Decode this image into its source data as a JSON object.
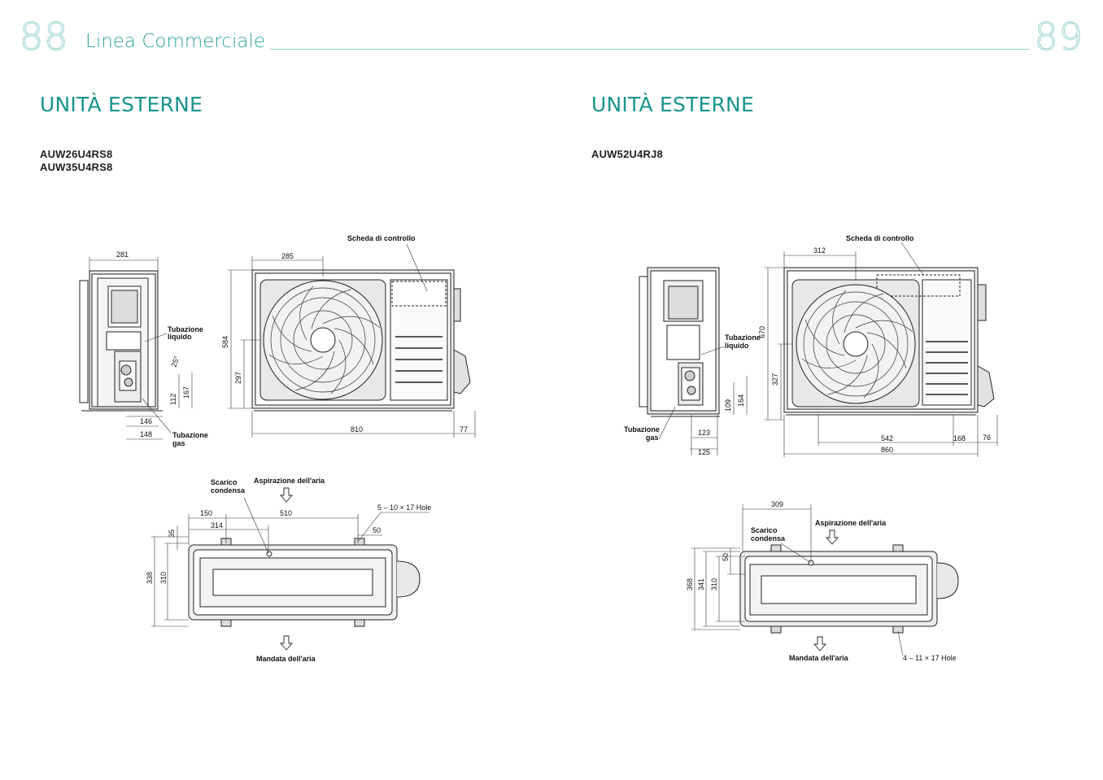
{
  "header": {
    "page_left": "88",
    "page_right": "89",
    "title": "Linea Commerciale"
  },
  "left": {
    "section_title": "UNITÀ ESTERNE",
    "models": [
      "AUW26U4RS8",
      "AUW35U4RS8"
    ],
    "labels": {
      "control_board": "Scheda di controllo",
      "liquid_pipe_1": "Tubazione",
      "liquid_pipe_2": "liquido",
      "gas_pipe_1": "Tubazione",
      "gas_pipe_2": "gas",
      "condensate_1": "Scarico",
      "condensate_2": "condensa",
      "air_intake": "Aspirazione dell'aria",
      "air_outlet": "Mandata dell'aria",
      "holes": "5 – 10 × 17 Hole",
      "angle": "25°"
    },
    "dims": {
      "side_width": "281",
      "front_offset": "285",
      "height": "584",
      "low_height": "297",
      "width": "810",
      "side_depth": "77",
      "d112": "112",
      "d167": "167",
      "d146": "146",
      "d148": "148",
      "top_150": "150",
      "top_510": "510",
      "top_314": "314",
      "top_35": "35",
      "top_50": "50",
      "top_338": "338",
      "top_310": "310"
    }
  },
  "right": {
    "section_title": "UNITÀ ESTERNE",
    "models": [
      "AUW52U4RJ8"
    ],
    "labels": {
      "control_board": "Scheda di controllo",
      "liquid_pipe_1": "Tubazione",
      "liquid_pipe_2": "liquido",
      "gas_pipe_1": "Tubazione",
      "gas_pipe_2": "gas",
      "condensate_1": "Scarico",
      "condensate_2": "condensa",
      "air_intake": "Aspirazione dell'aria",
      "air_outlet": "Mandata dell'aria",
      "holes": "4 – 11 × 17 Hole"
    },
    "dims": {
      "front_offset": "312",
      "height": "670",
      "low_height": "327",
      "d109": "109",
      "d164": "164",
      "d123": "123",
      "d125": "125",
      "d542": "542",
      "d168": "168",
      "d76": "76",
      "width": "860",
      "top_309": "309",
      "top_50": "50",
      "top_368": "368",
      "top_341": "341",
      "top_310": "310"
    }
  }
}
